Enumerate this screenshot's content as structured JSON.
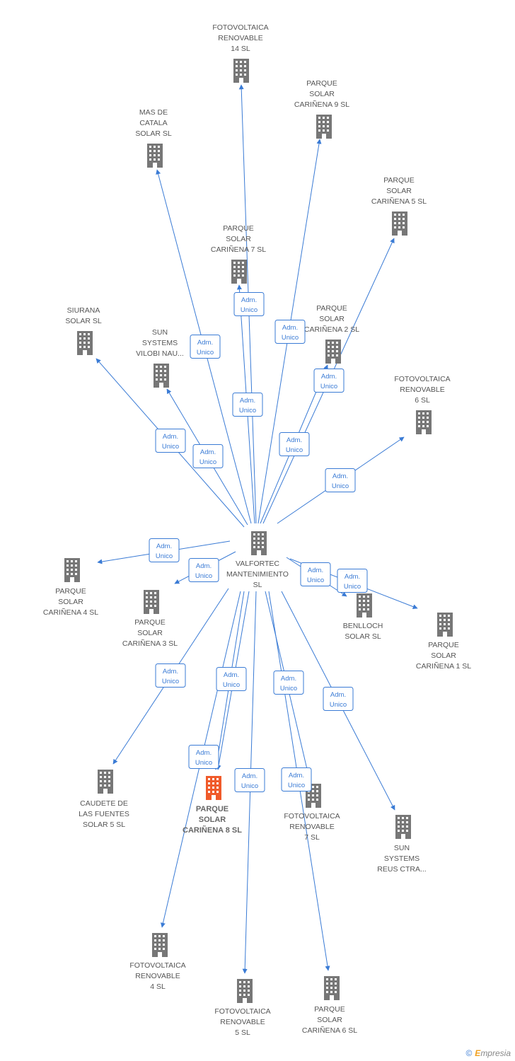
{
  "center": {
    "id": "valfortec",
    "lines": [
      "VALFORTEC",
      "MANTENIMIENTO",
      "SL"
    ]
  },
  "role_label": [
    "Adm.",
    "Unico"
  ],
  "colors": {
    "edge": "#3a7bd5",
    "building": "#777777",
    "highlight": "#f05a2a"
  },
  "nodes": [
    {
      "id": "fv14",
      "lines": [
        "FOTOVOLTAICA",
        "RENOVABLE",
        "14 SL"
      ]
    },
    {
      "id": "pc9",
      "lines": [
        "PARQUE",
        "SOLAR",
        "CARIÑENA 9 SL"
      ]
    },
    {
      "id": "mas",
      "lines": [
        "MAS DE",
        "CATALA",
        "SOLAR SL"
      ]
    },
    {
      "id": "pc5",
      "lines": [
        "PARQUE",
        "SOLAR",
        "CARIÑENA 5 SL"
      ]
    },
    {
      "id": "pc7",
      "lines": [
        "PARQUE",
        "SOLAR",
        "CARIÑENA 7 SL"
      ]
    },
    {
      "id": "siurana",
      "lines": [
        "SIURANA",
        "SOLAR SL"
      ]
    },
    {
      "id": "sunvil",
      "lines": [
        "SUN",
        "SYSTEMS",
        "VILOBI NAU..."
      ]
    },
    {
      "id": "pc2",
      "lines": [
        "PARQUE",
        "SOLAR",
        "CARIÑENA 2 SL"
      ]
    },
    {
      "id": "fv6",
      "lines": [
        "FOTOVOLTAICA",
        "RENOVABLE",
        "6 SL"
      ]
    },
    {
      "id": "pc4",
      "lines": [
        "PARQUE",
        "SOLAR",
        "CARIÑENA 4 SL"
      ]
    },
    {
      "id": "pc3",
      "lines": [
        "PARQUE",
        "SOLAR",
        "CARIÑENA 3 SL"
      ]
    },
    {
      "id": "benlloch",
      "lines": [
        "BENLLOCH",
        "SOLAR SL"
      ]
    },
    {
      "id": "pc1",
      "lines": [
        "PARQUE",
        "SOLAR",
        "CARIÑENA 1 SL"
      ]
    },
    {
      "id": "caudete",
      "lines": [
        "CAUDETE DE",
        "LAS FUENTES",
        "SOLAR 5 SL"
      ]
    },
    {
      "id": "pc8",
      "lines": [
        "PARQUE",
        "SOLAR",
        "CARIÑENA 8 SL"
      ],
      "highlight": true
    },
    {
      "id": "fv7",
      "lines": [
        "FOTOVOLTAICA",
        "RENOVABLE",
        "7 SL"
      ]
    },
    {
      "id": "sunreus",
      "lines": [
        "SUN",
        "SYSTEMS",
        "REUS CTRA..."
      ]
    },
    {
      "id": "fv4",
      "lines": [
        "FOTOVOLTAICA",
        "RENOVABLE",
        "4 SL"
      ]
    },
    {
      "id": "fv5",
      "lines": [
        "FOTOVOLTAICA",
        "RENOVABLE",
        "5 SL"
      ]
    },
    {
      "id": "pc6",
      "lines": [
        "PARQUE",
        "SOLAR",
        "CARIÑENA 6 SL"
      ]
    }
  ],
  "footer": {
    "copyright": "©",
    "brand_first": "E",
    "brand_rest": "mpresia"
  }
}
